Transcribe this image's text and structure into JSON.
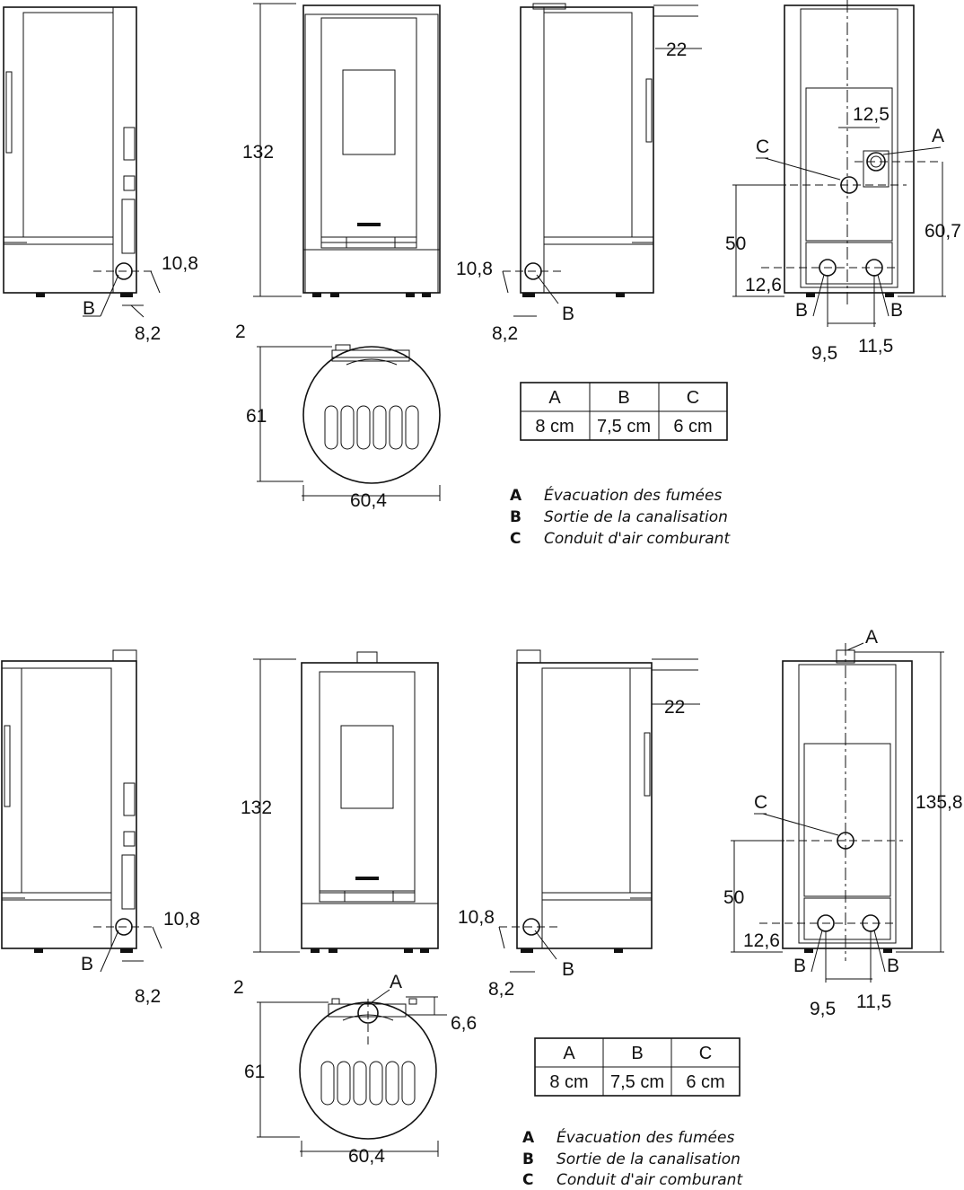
{
  "top": {
    "dims": {
      "side_left_vert": "10,8",
      "side_left_horiz": "8,2",
      "side_left_tag": "B",
      "front_height": "132",
      "side_right_depth": "22",
      "side_right_vert": "10,8",
      "side_right_horiz": "8,2",
      "side_right_tag": "B",
      "plan_offset": "2",
      "plan_depth": "61",
      "plan_width": "60,4",
      "back_tag_a": "A",
      "back_tag_c": "C",
      "back_tag_b1": "B",
      "back_tag_b2": "B",
      "back_12_5": "12,5",
      "back_60_7": "60,7",
      "back_50": "50",
      "back_12_6": "12,6",
      "back_9_5": "9,5",
      "back_11_5": "11,5"
    },
    "table": {
      "headers": [
        "A",
        "B",
        "C"
      ],
      "values": [
        "8 cm",
        "7,5 cm",
        "6 cm"
      ]
    },
    "legend": [
      {
        "key": "A",
        "text": "Évacuation des fumées"
      },
      {
        "key": "B",
        "text": "Sortie de la canalisation"
      },
      {
        "key": "C",
        "text": "Conduit d'air comburant"
      }
    ]
  },
  "bottom": {
    "dims": {
      "side_left_vert": "10,8",
      "side_left_horiz": "8,2",
      "side_left_tag": "B",
      "front_height": "132",
      "side_right_depth": "22",
      "side_right_vert": "10,8",
      "side_right_horiz": "8,2",
      "side_right_tag": "B",
      "plan_offset": "2",
      "plan_tag_a": "A",
      "plan_6_6": "6,6",
      "plan_depth": "61",
      "plan_width": "60,4",
      "back_tag_a": "A",
      "back_tag_c": "C",
      "back_tag_b1": "B",
      "back_tag_b2": "B",
      "back_135_8": "135,8",
      "back_50": "50",
      "back_12_6": "12,6",
      "back_9_5": "9,5",
      "back_11_5": "11,5"
    },
    "table": {
      "headers": [
        "A",
        "B",
        "C"
      ],
      "values": [
        "8 cm",
        "7,5 cm",
        "6 cm"
      ]
    },
    "legend": [
      {
        "key": "A",
        "text": "Évacuation des fumées"
      },
      {
        "key": "B",
        "text": "Sortie de la canalisation"
      },
      {
        "key": "C",
        "text": "Conduit d'air comburant"
      }
    ]
  }
}
